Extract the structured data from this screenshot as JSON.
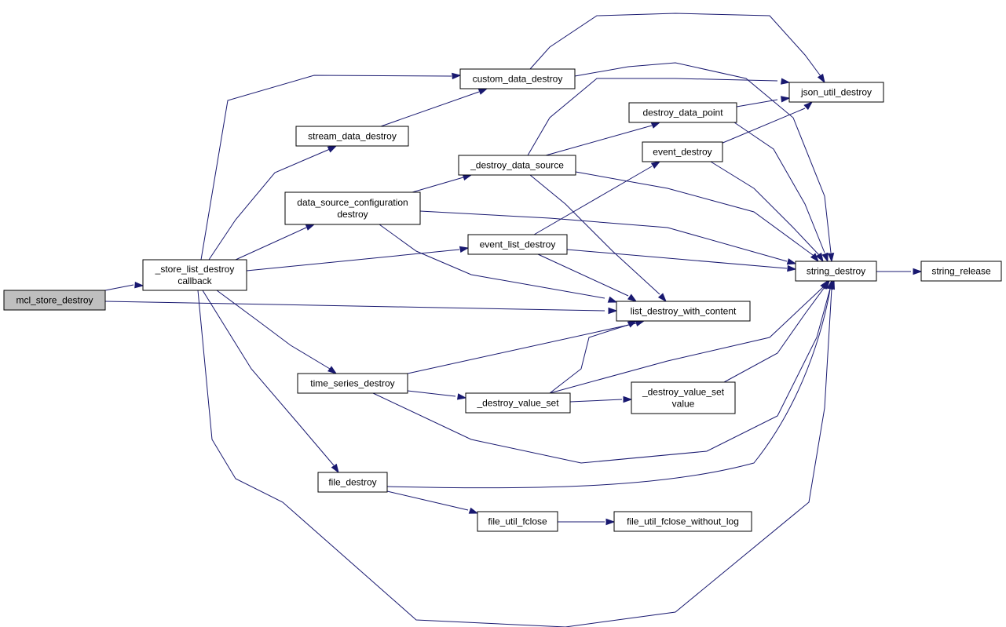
{
  "graph": {
    "root": "mcl_store_destroy",
    "colors": {
      "edge": "#191970",
      "root_fill": "#bfbfbf",
      "node_fill": "#ffffff",
      "border": "#000000"
    },
    "nodes": [
      {
        "id": "mcl_store_destroy",
        "lines": [
          "mcl_store_destroy"
        ],
        "root": true
      },
      {
        "id": "store_list_destroy_callback",
        "lines": [
          "_store_list_destroy",
          "callback"
        ]
      },
      {
        "id": "custom_data_destroy",
        "lines": [
          "custom_data_destroy"
        ]
      },
      {
        "id": "stream_data_destroy",
        "lines": [
          "stream_data_destroy"
        ]
      },
      {
        "id": "data_source_configuration_destroy",
        "lines": [
          "data_source_configuration",
          "destroy"
        ]
      },
      {
        "id": "event_list_destroy",
        "lines": [
          "event_list_destroy"
        ]
      },
      {
        "id": "destroy_data_source",
        "lines": [
          "_destroy_data_source"
        ]
      },
      {
        "id": "destroy_data_point",
        "lines": [
          "destroy_data_point"
        ]
      },
      {
        "id": "event_destroy",
        "lines": [
          "event_destroy"
        ]
      },
      {
        "id": "json_util_destroy",
        "lines": [
          "json_util_destroy"
        ]
      },
      {
        "id": "string_destroy",
        "lines": [
          "string_destroy"
        ]
      },
      {
        "id": "string_release",
        "lines": [
          "string_release"
        ]
      },
      {
        "id": "list_destroy_with_content",
        "lines": [
          "list_destroy_with_content"
        ]
      },
      {
        "id": "time_series_destroy",
        "lines": [
          "time_series_destroy"
        ]
      },
      {
        "id": "destroy_value_set",
        "lines": [
          "_destroy_value_set"
        ]
      },
      {
        "id": "destroy_value_set_value",
        "lines": [
          "_destroy_value_set",
          "value"
        ]
      },
      {
        "id": "file_destroy",
        "lines": [
          "file_destroy"
        ]
      },
      {
        "id": "file_util_fclose",
        "lines": [
          "file_util_fclose"
        ]
      },
      {
        "id": "file_util_fclose_without_log",
        "lines": [
          "file_util_fclose_without_log"
        ]
      }
    ],
    "edges": [
      [
        "mcl_store_destroy",
        "store_list_destroy_callback"
      ],
      [
        "mcl_store_destroy",
        "list_destroy_with_content"
      ],
      [
        "store_list_destroy_callback",
        "custom_data_destroy"
      ],
      [
        "store_list_destroy_callback",
        "stream_data_destroy"
      ],
      [
        "store_list_destroy_callback",
        "data_source_configuration_destroy"
      ],
      [
        "store_list_destroy_callback",
        "event_list_destroy"
      ],
      [
        "store_list_destroy_callback",
        "time_series_destroy"
      ],
      [
        "store_list_destroy_callback",
        "file_destroy"
      ],
      [
        "store_list_destroy_callback",
        "string_destroy"
      ],
      [
        "stream_data_destroy",
        "custom_data_destroy"
      ],
      [
        "custom_data_destroy",
        "json_util_destroy"
      ],
      [
        "custom_data_destroy",
        "string_destroy"
      ],
      [
        "data_source_configuration_destroy",
        "destroy_data_source"
      ],
      [
        "data_source_configuration_destroy",
        "string_destroy"
      ],
      [
        "data_source_configuration_destroy",
        "list_destroy_with_content"
      ],
      [
        "destroy_data_source",
        "destroy_data_point"
      ],
      [
        "destroy_data_source",
        "json_util_destroy"
      ],
      [
        "destroy_data_source",
        "string_destroy"
      ],
      [
        "destroy_data_source",
        "list_destroy_with_content"
      ],
      [
        "destroy_data_point",
        "json_util_destroy"
      ],
      [
        "destroy_data_point",
        "string_destroy"
      ],
      [
        "event_list_destroy",
        "event_destroy"
      ],
      [
        "event_list_destroy",
        "string_destroy"
      ],
      [
        "event_list_destroy",
        "list_destroy_with_content"
      ],
      [
        "event_destroy",
        "json_util_destroy"
      ],
      [
        "event_destroy",
        "string_destroy"
      ],
      [
        "string_destroy",
        "string_release"
      ],
      [
        "time_series_destroy",
        "list_destroy_with_content"
      ],
      [
        "time_series_destroy",
        "destroy_value_set"
      ],
      [
        "time_series_destroy",
        "string_destroy"
      ],
      [
        "destroy_value_set",
        "list_destroy_with_content"
      ],
      [
        "destroy_value_set",
        "destroy_value_set_value"
      ],
      [
        "destroy_value_set",
        "string_destroy"
      ],
      [
        "destroy_value_set_value",
        "string_destroy"
      ],
      [
        "file_destroy",
        "file_util_fclose"
      ],
      [
        "file_destroy",
        "string_destroy"
      ],
      [
        "file_util_fclose",
        "file_util_fclose_without_log"
      ]
    ]
  }
}
